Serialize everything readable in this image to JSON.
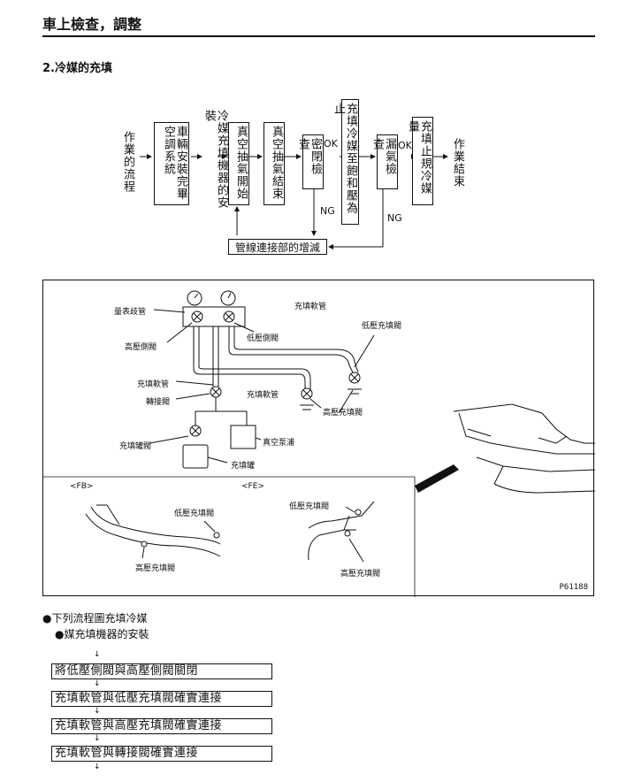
{
  "header": {
    "title": "車上檢查，調整"
  },
  "section": {
    "title": "2.冷媒的充填"
  },
  "flowchart": {
    "start": "作業的流程",
    "steps": [
      "車輛安裝完畢空調系統",
      "冷媒充填機器的安裝",
      "真空抽氣開始",
      "真空抽氣結束",
      "密閉檢查",
      "充填冷媒至飽和壓為止",
      "漏氣檢查",
      "充填止規冷媒量"
    ],
    "end": "作業結束",
    "ok_label": "OK",
    "ng_label": "NG",
    "loop_box": "管線連接部的增減"
  },
  "diagram": {
    "labels": {
      "gauge_manifold": "量表歧管",
      "high_side_valve": "高壓側閥",
      "low_side_valve": "低壓側閥",
      "charge_hose_top": "充填軟管",
      "low_charge_valve": "低壓充填閥",
      "charge_hose_left": "充填軟管",
      "adapter_valve": "轉接閥",
      "charge_hose_mid": "充填軟管",
      "high_charge_valve": "高壓充填閥",
      "tank_valve": "充填罐閥",
      "vacuum_pump": "真空泵浦",
      "charge_tank": "充填罐",
      "fb_tag": "<FB>",
      "fe_tag": "<FE>",
      "fb_low": "低壓充填閥",
      "fb_high": "高壓充填閥",
      "fe_low": "低壓充填閥",
      "fe_high": "高壓充填閥"
    },
    "ref_code": "P61188"
  },
  "notes": {
    "bullet_1": "●下列流程圖充填冷媒",
    "bullet_2": "●媒充填機器的安裝"
  },
  "procedure": [
    "將低壓側閥與高壓側閥關閉",
    "充填軟管與低壓充填閥確實連接",
    "充填軟管與高壓充填閥確實連接",
    "充填軟管與轉接閥確實連接"
  ]
}
